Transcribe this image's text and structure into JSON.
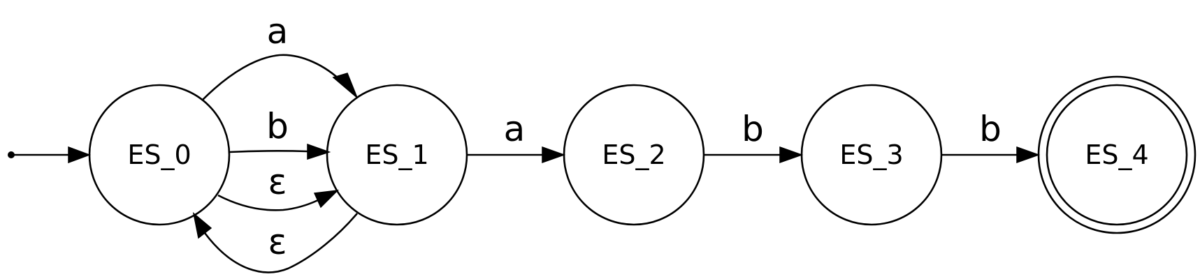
{
  "diagram": {
    "type": "finite-state-automaton",
    "initial_state": "ES_0",
    "states": [
      {
        "id": "ES_0",
        "label": "ES_0",
        "accepting": false
      },
      {
        "id": "ES_1",
        "label": "ES_1",
        "accepting": false
      },
      {
        "id": "ES_2",
        "label": "ES_2",
        "accepting": false
      },
      {
        "id": "ES_3",
        "label": "ES_3",
        "accepting": false
      },
      {
        "id": "ES_4",
        "label": "ES_4",
        "accepting": true
      }
    ],
    "transitions": [
      {
        "from": "ES_0",
        "to": "ES_1",
        "label": "a"
      },
      {
        "from": "ES_0",
        "to": "ES_1",
        "label": "b"
      },
      {
        "from": "ES_0",
        "to": "ES_1",
        "label": "ε"
      },
      {
        "from": "ES_1",
        "to": "ES_0",
        "label": "ε"
      },
      {
        "from": "ES_1",
        "to": "ES_2",
        "label": "a"
      },
      {
        "from": "ES_2",
        "to": "ES_3",
        "label": "b"
      },
      {
        "from": "ES_3",
        "to": "ES_4",
        "label": "b"
      }
    ],
    "colors": {
      "stroke": "#000000",
      "background": "#ffffff"
    }
  }
}
